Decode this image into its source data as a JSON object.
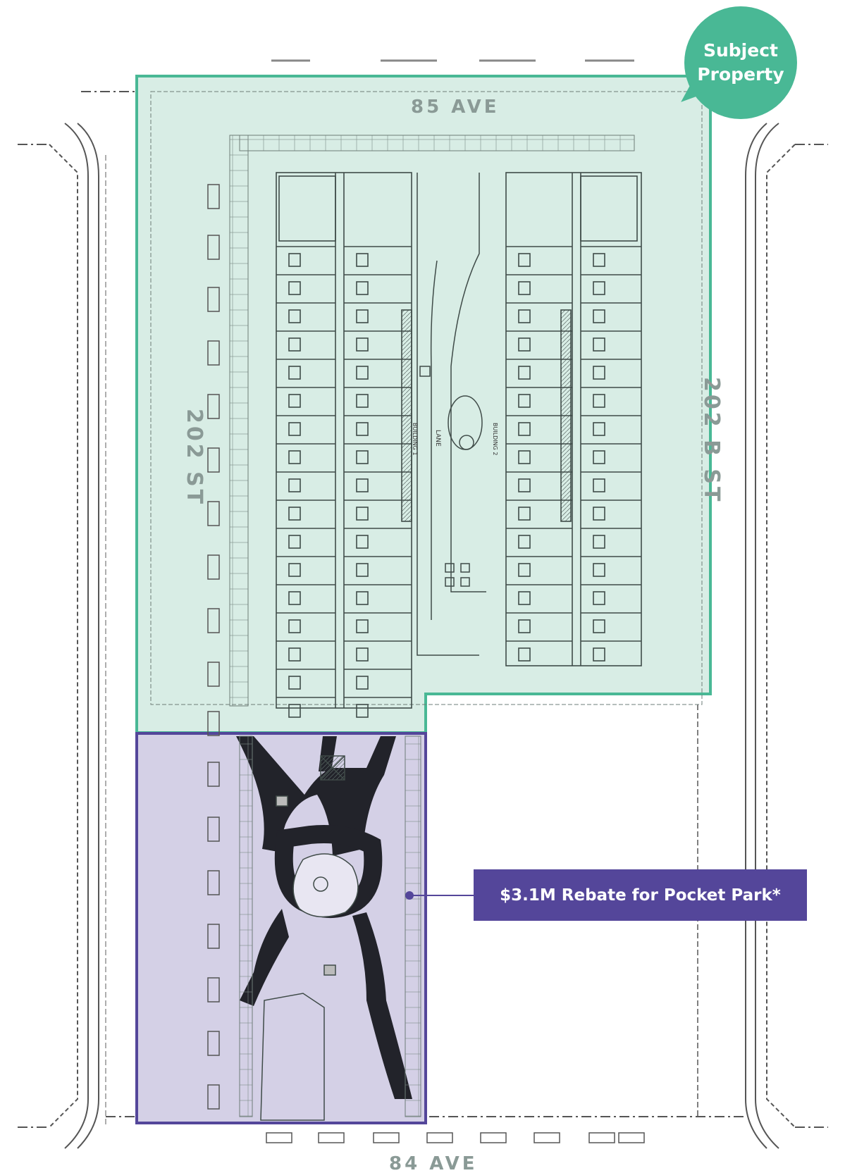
{
  "streets": {
    "north": "85 AVE",
    "west": "202 ST",
    "east": "202 B ST",
    "south": "84 AVE"
  },
  "plan_labels": {
    "lane": "LANE",
    "building_1": "BUILDING 1",
    "building_2": "BUILDING 2"
  },
  "subject_property": {
    "label_line1": "Subject",
    "label_line2": "Property",
    "color": "#49b895",
    "fill": "#d8ede5"
  },
  "pocket_park": {
    "callout": "$3.1M Rebate for Pocket Park*",
    "color": "#54469a",
    "fill": "#d4d0e6"
  }
}
